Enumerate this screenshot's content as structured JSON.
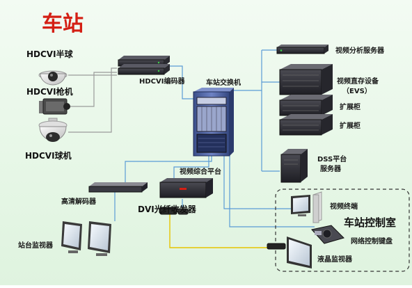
{
  "title": "车站",
  "labels": {
    "hdcvi_dome": "HDCVI半球",
    "hdcvi_bullet": "HDCVI枪机",
    "hdcvi_speed": "HDCVI球机",
    "hdcvi_encoder": "HDCVI编码器",
    "station_switch": "车站交换机",
    "video_analysis_server": "视频分析服务器",
    "video_storage_line1": "视频直存设备",
    "video_storage_line2": "（EVS）",
    "expansion_1": "扩展柜",
    "expansion_2": "扩展柜",
    "dss_line1": "DSS平台",
    "dss_line2": "服务器",
    "video_platform": "视频综合平台",
    "hd_decoder": "高清解码器",
    "dvi_transceiver": "DVI光纤收发器",
    "platform_monitor": "站台监视器",
    "video_terminal": "视频终端",
    "control_room": "车站控制室",
    "network_keyboard": "网络控制键盘",
    "lcd_monitor": "液晶监视器"
  },
  "colors": {
    "title": "#d41f14",
    "link_network": "#5a9bd5",
    "link_analog": "#9a9a9a",
    "link_dvi": "#e6c400",
    "background": "#e7f7e7"
  }
}
